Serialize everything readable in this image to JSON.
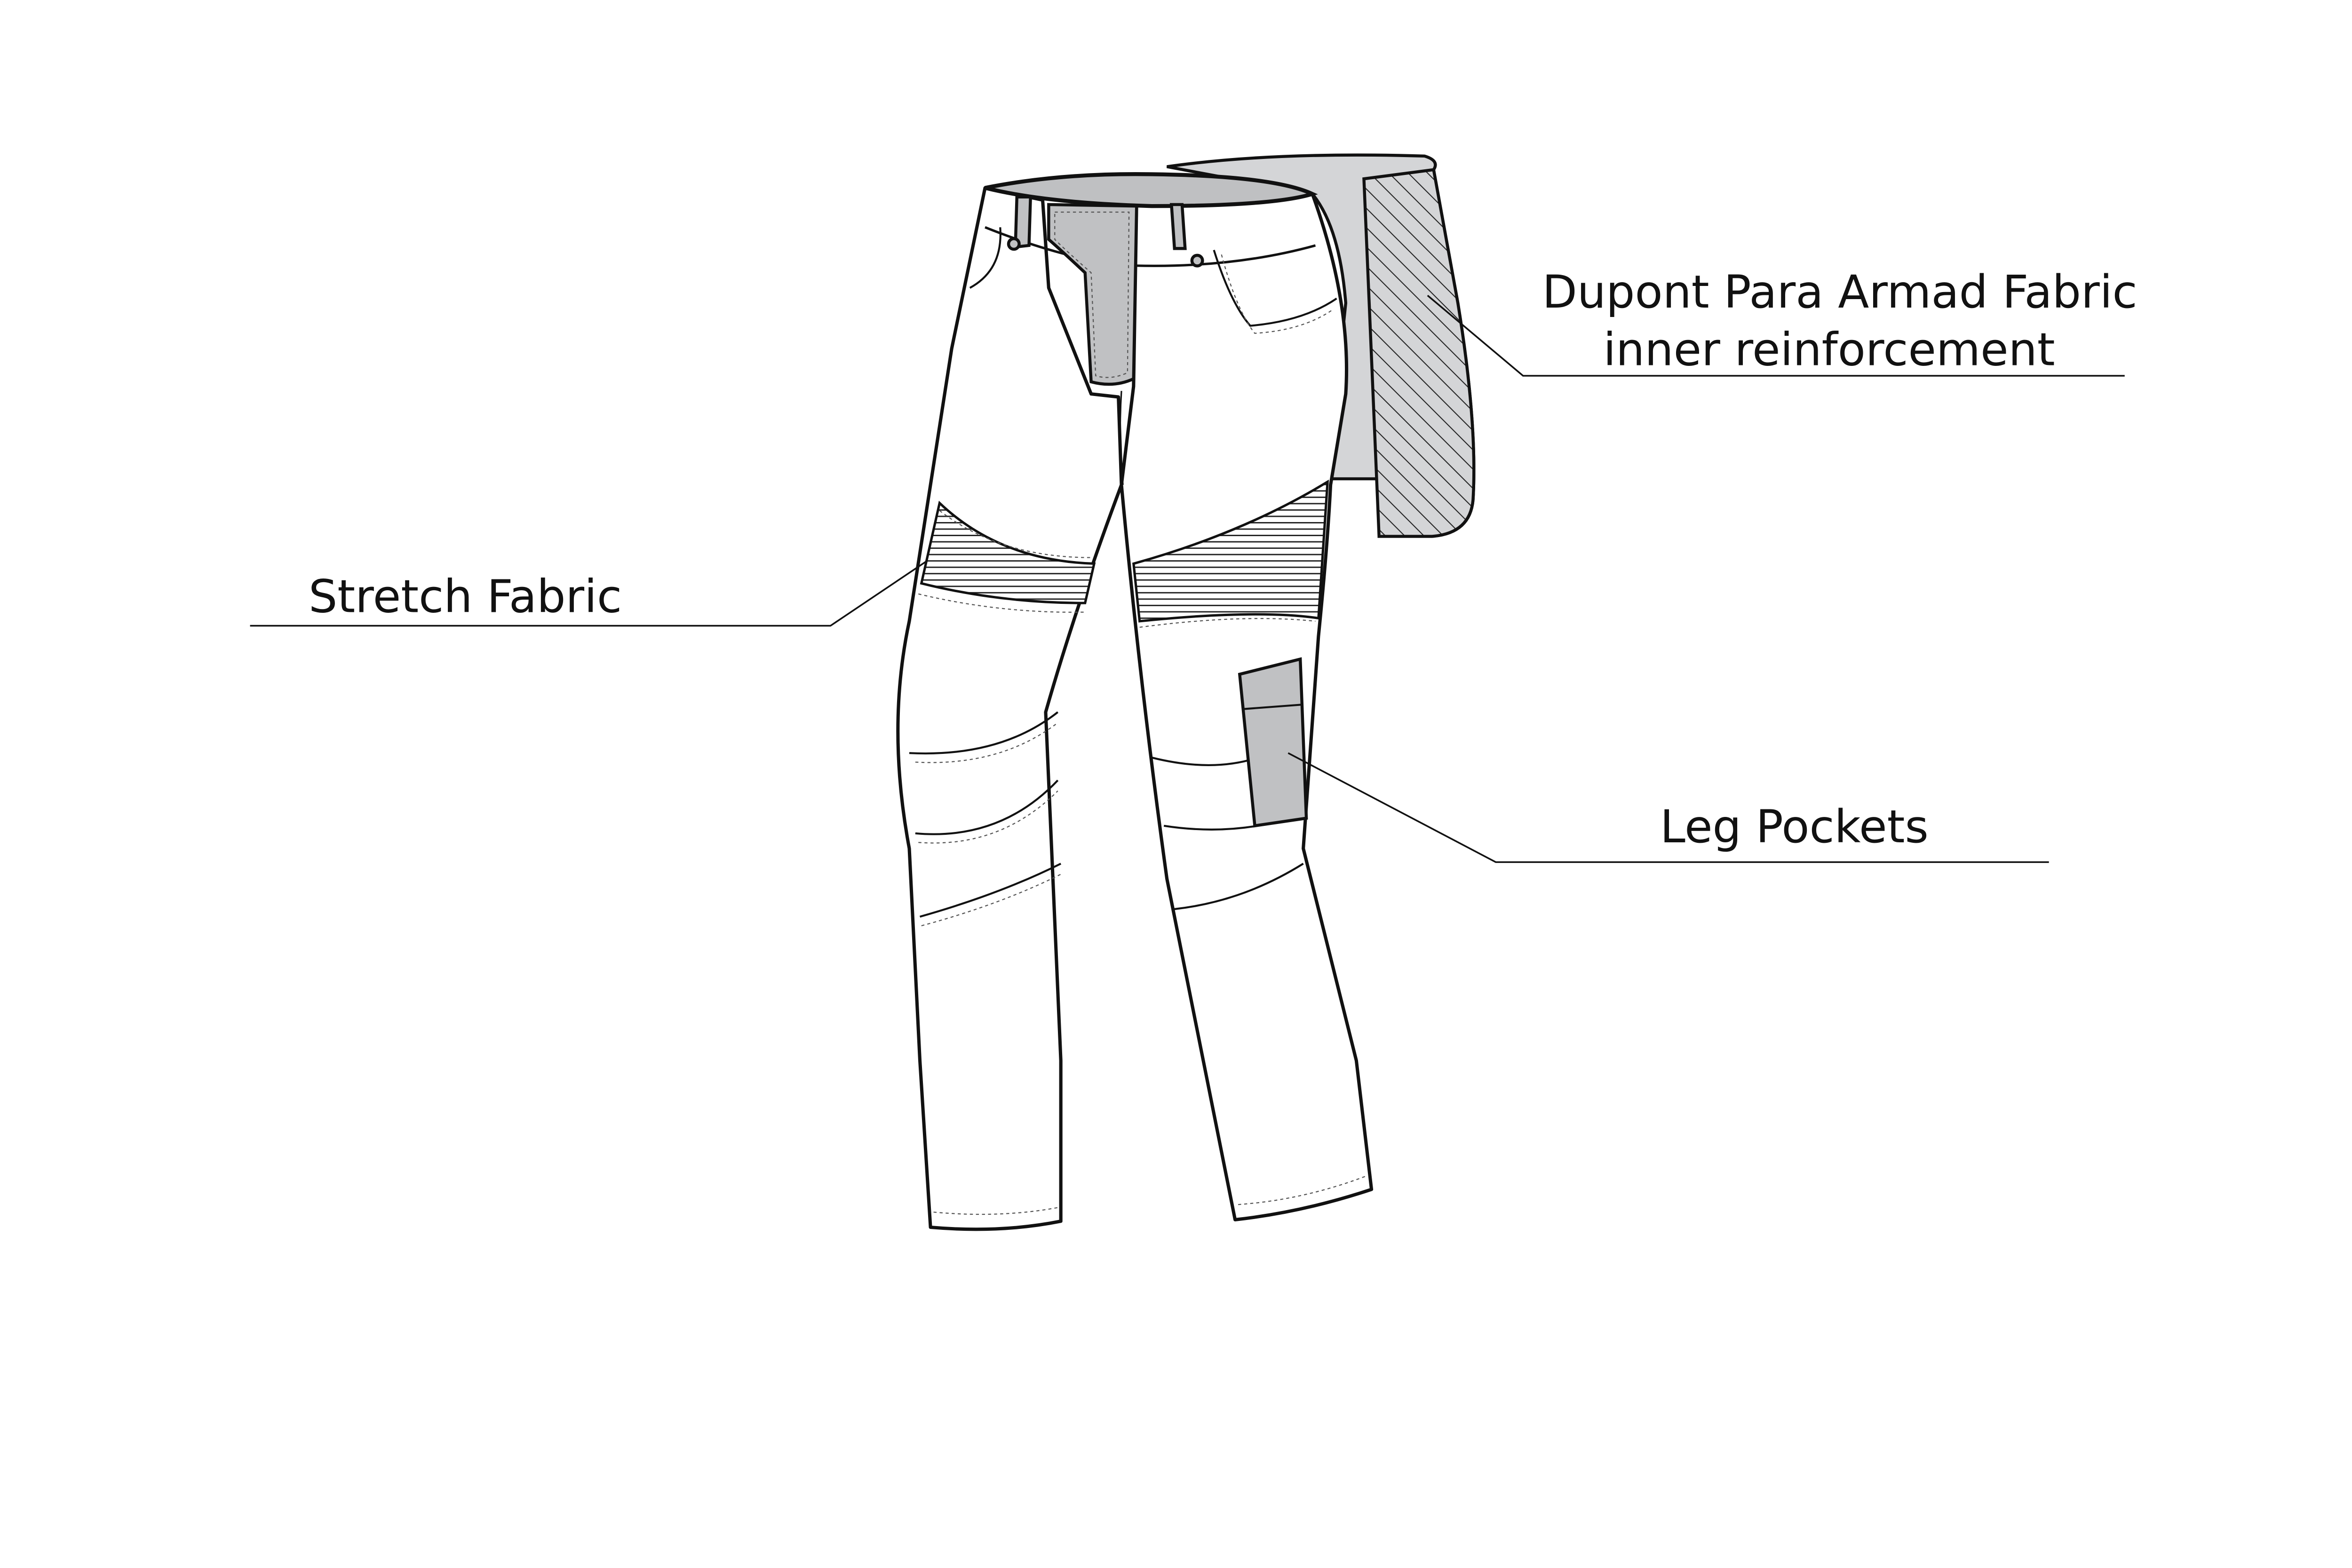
{
  "labels": {
    "dupont_line1": "Dupont Para Armad Fabric",
    "dupont_line2": "inner reinforcement",
    "stretch": "Stretch Fabric",
    "leg_pockets": "Leg Pockets"
  },
  "colors": {
    "panel_grey": "#c0c1c3",
    "inner_grey": "#d4d5d7",
    "line": "#111111"
  }
}
